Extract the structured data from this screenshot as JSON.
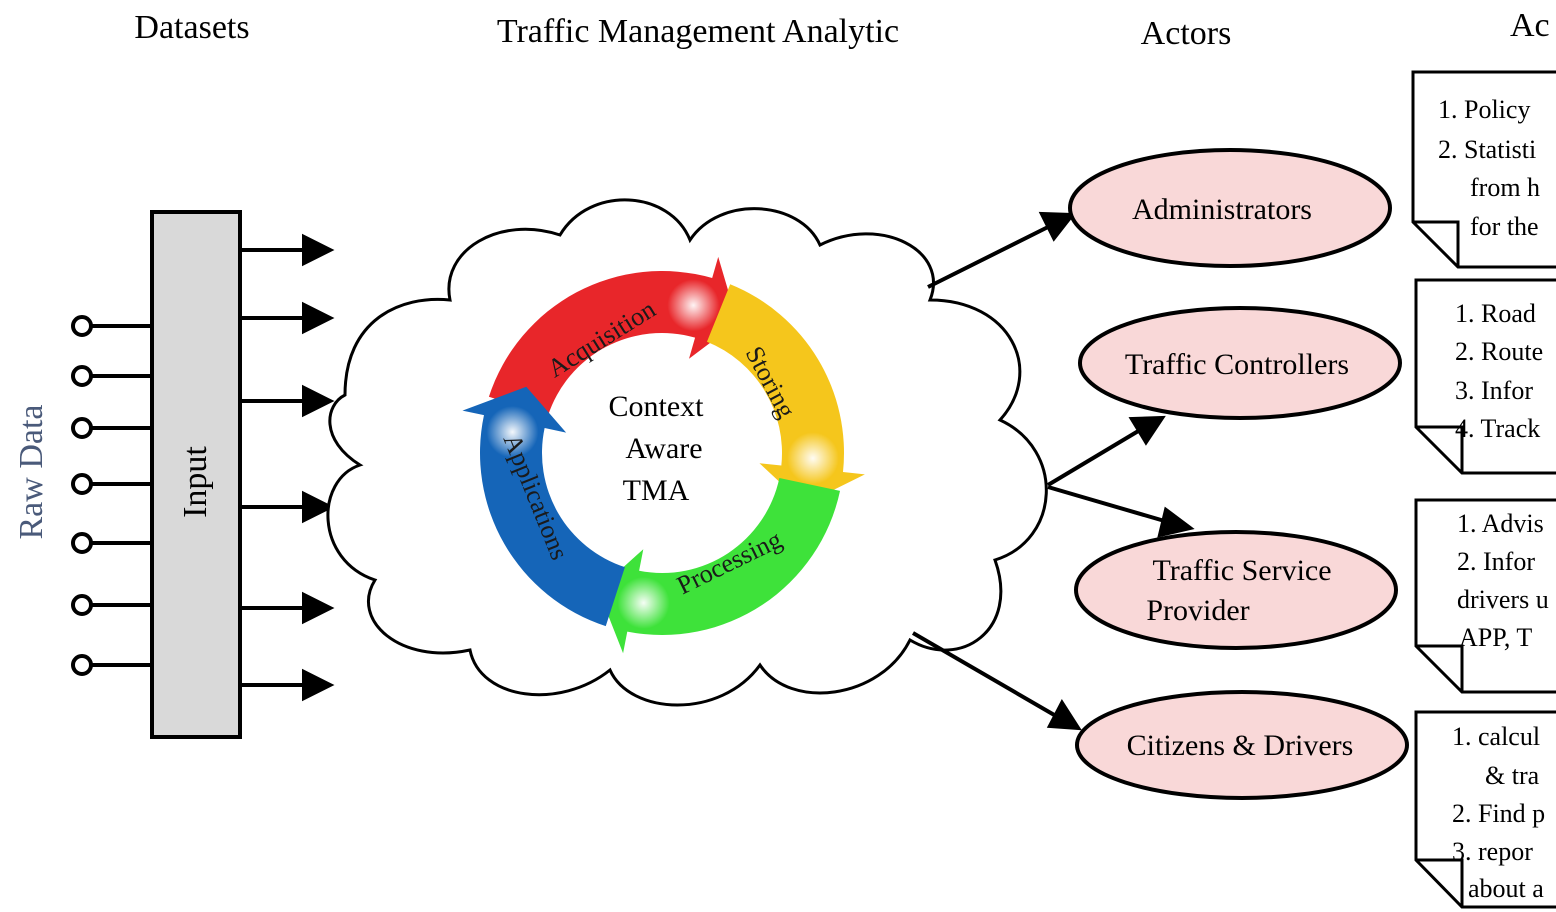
{
  "headers": {
    "datasets": "Datasets",
    "analytic": "Traffic Management Analytic",
    "actors": "Actors",
    "activities_partial": "Ac"
  },
  "raw_data_label": "Raw Data",
  "input_label": "Input",
  "cycle": {
    "center_lines": [
      "Context",
      "Aware",
      "TMA"
    ],
    "stages": [
      "Acquisition",
      "Storing",
      "Processing",
      "Applications"
    ],
    "colors": {
      "acquisition": "#e8262a",
      "storing": "#f5c61c",
      "processing": "#3ee23a",
      "applications": "#1565b8"
    }
  },
  "actors": [
    {
      "label_lines": [
        "Administrators"
      ],
      "fill": "#f9d8d8"
    },
    {
      "label_lines": [
        "Traffic Controllers"
      ],
      "fill": "#f9d8d8"
    },
    {
      "label_lines": [
        "Traffic Service",
        "Provider"
      ],
      "fill": "#f9d8d8"
    },
    {
      "label_lines": [
        "Citizens & Drivers"
      ],
      "fill": "#f9d8d8"
    }
  ],
  "notes": [
    {
      "lines": [
        "1. Policy",
        "2. Statisti",
        "from h",
        "for the"
      ]
    },
    {
      "lines": [
        "1. Road",
        "2. Route",
        "3. Infor",
        "4. Track"
      ]
    },
    {
      "lines": [
        "1. Advis",
        "2. Infor",
        "drivers u",
        "APP, T"
      ]
    },
    {
      "lines": [
        "1. calcul",
        "& tra",
        "2. Find p",
        "3. repor",
        "about a"
      ]
    }
  ]
}
